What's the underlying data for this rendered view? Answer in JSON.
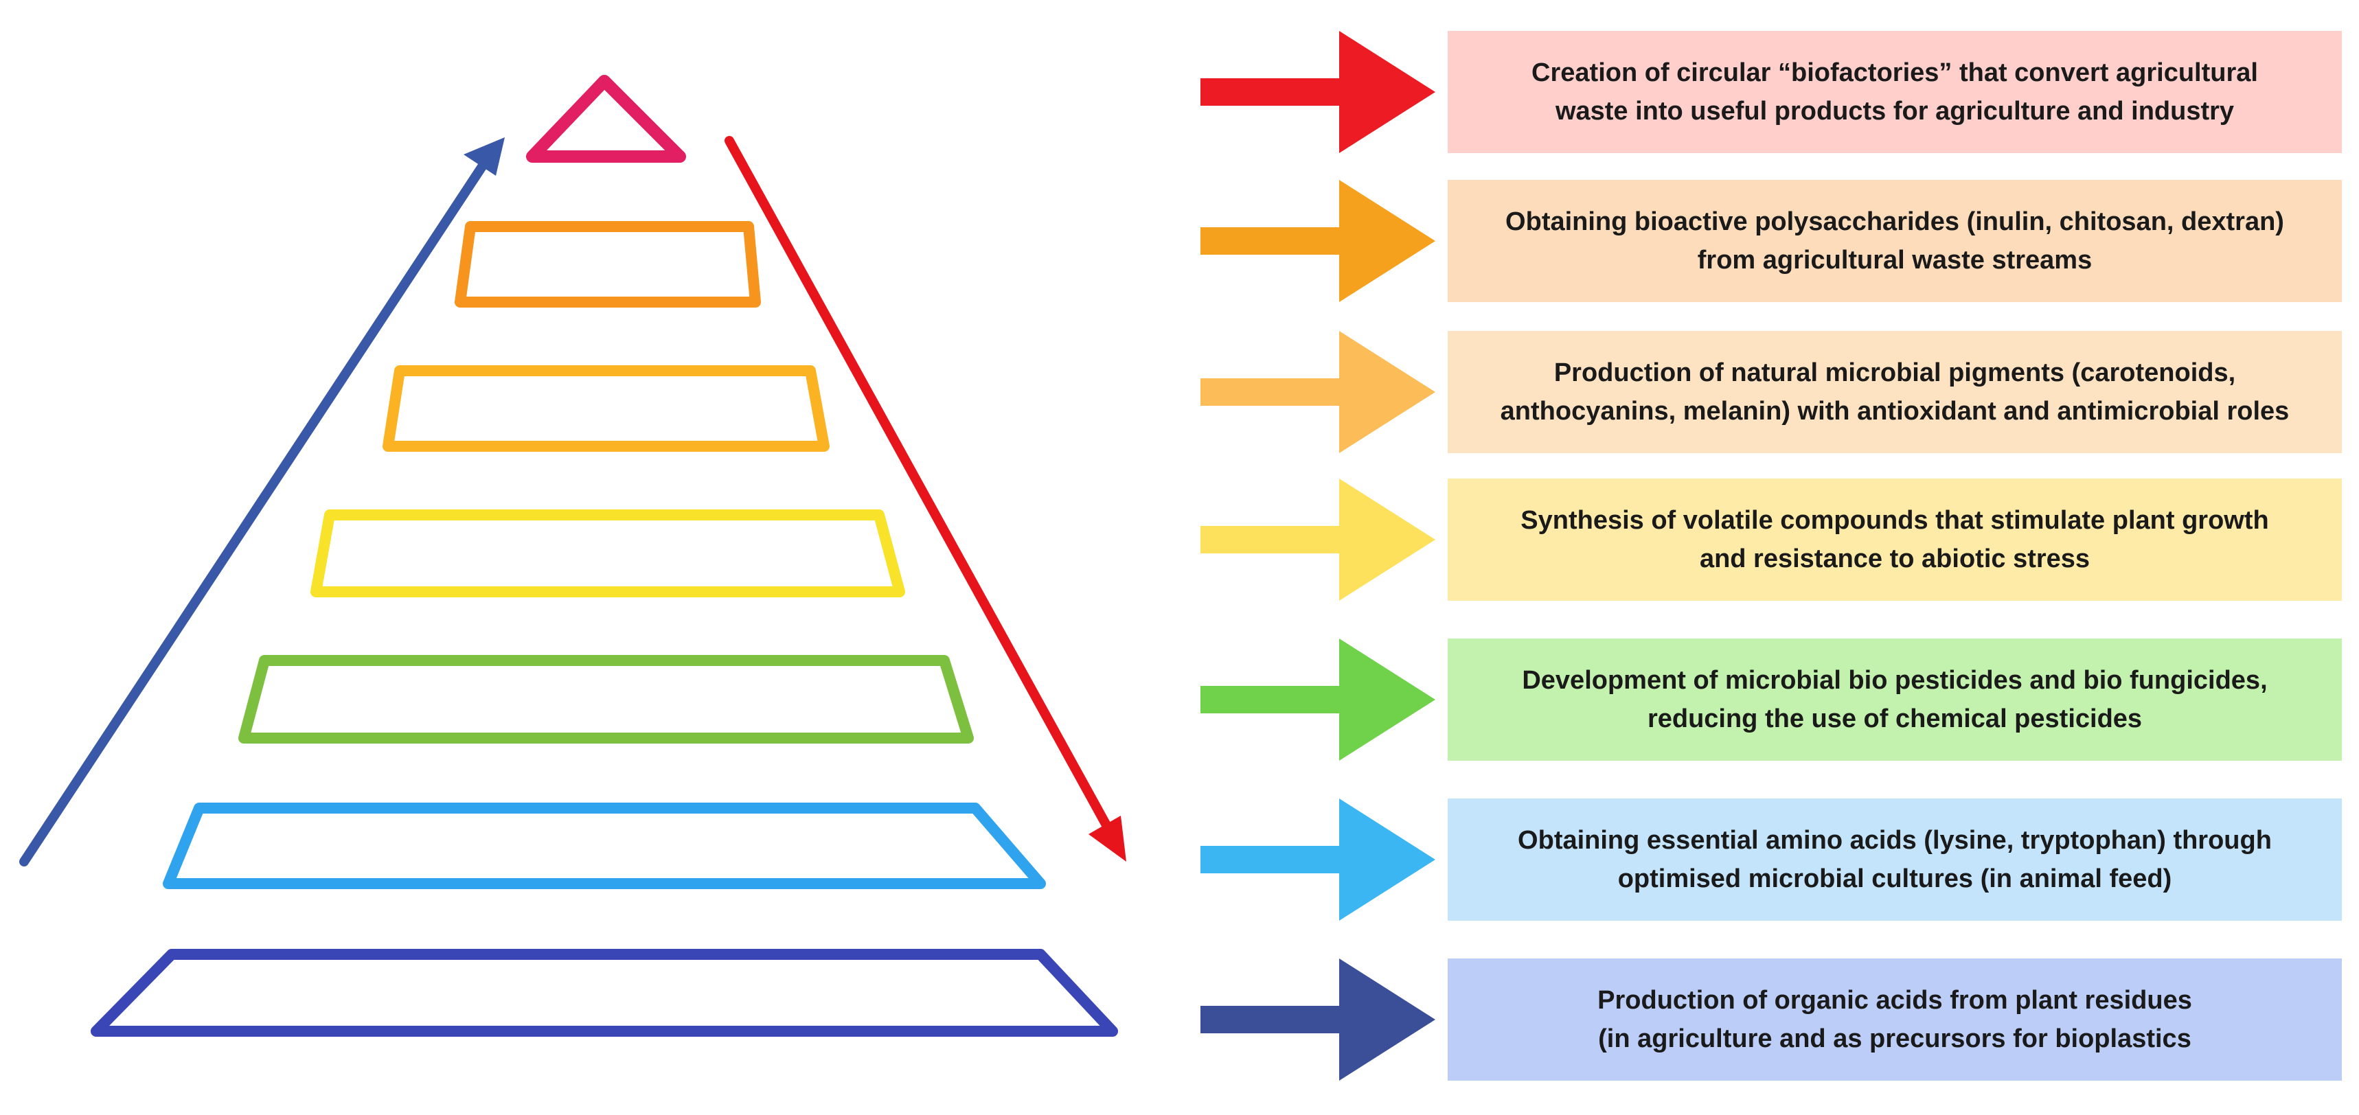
{
  "levels": [
    {
      "text": "Creation of circular “biofactories” that convert agricultural\nwaste into useful products for agriculture and industry",
      "tier_color": "#e21f62",
      "arrow_color": "#ed1c24",
      "box_color": "#ffcfcc"
    },
    {
      "text": "Obtaining bioactive polysaccharides (inulin, chitosan, dextran)\nfrom agricultural waste streams",
      "tier_color": "#f7941d",
      "arrow_color": "#f6a11d",
      "box_color": "#fddcbb"
    },
    {
      "text": "Production of natural microbial pigments (carotenoids,\nanthocyanins, melanin) with antioxidant and antimicrobial roles",
      "tier_color": "#fbb324",
      "arrow_color": "#fcbc57",
      "box_color": "#fee3c2"
    },
    {
      "text": "Synthesis of volatile compounds that stimulate plant growth\nand resistance to abiotic stress",
      "tier_color": "#f9e22a",
      "arrow_color": "#fde15c",
      "box_color": "#feeba8"
    },
    {
      "text": "Development of microbial bio pesticides and bio fungicides,\nreducing the use of chemical pesticides",
      "tier_color": "#7dc03f",
      "arrow_color": "#6fd24a",
      "box_color": "#c2f2ad"
    },
    {
      "text": "Obtaining essential amino acids (lysine, tryptophan) through\noptimised microbial cultures (in animal feed)",
      "tier_color": "#2fa3ee",
      "arrow_color": "#3cb6f3",
      "box_color": "#c3e4fb"
    },
    {
      "text": "Production of organic acids from plant residues\n(in agriculture and as precursors for bioplastics",
      "tier_color": "#3a46b6",
      "arrow_color": "#3a4f97",
      "box_color": "#bccef8"
    }
  ],
  "side_arrows": {
    "up_color": "#3a58a8",
    "down_color": "#e8141c"
  }
}
